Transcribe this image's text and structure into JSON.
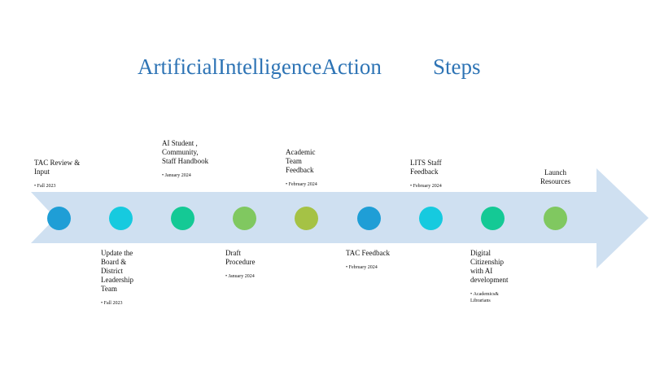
{
  "title": {
    "main": "ArtificialIntelligenceAction",
    "steps": "Steps"
  },
  "colors": {
    "arrow": "#cfe0f1",
    "title": "#2e74b5"
  },
  "steps": [
    {
      "label": "TAC Review & Input",
      "date": "Fall 2023",
      "color": "#1f9ed6"
    },
    {
      "label": "Update the Board & District Leadership Team",
      "date": "Fall 2023",
      "color": "#16cadf"
    },
    {
      "label": "AI Student , Community, Staff Handbook",
      "date": "January 2024",
      "color": "#14c995"
    },
    {
      "label": "Draft Procedure",
      "date": "January 2024",
      "color": "#80c860"
    },
    {
      "label": "Academic Team Feedback",
      "date": "February 2024",
      "color": "#a5c245"
    },
    {
      "label": "TAC Feedback",
      "date": "February 2024",
      "color": "#1f9ed6"
    },
    {
      "label": "LITS Staff Feedback",
      "date": "February 2024",
      "color": "#16cadf"
    },
    {
      "label": "Digital Citizenship with AI development",
      "date": "Academics& Librarians",
      "color": "#14c995"
    },
    {
      "label": "Launch Resources",
      "date": "",
      "color": "#80c860"
    }
  ]
}
